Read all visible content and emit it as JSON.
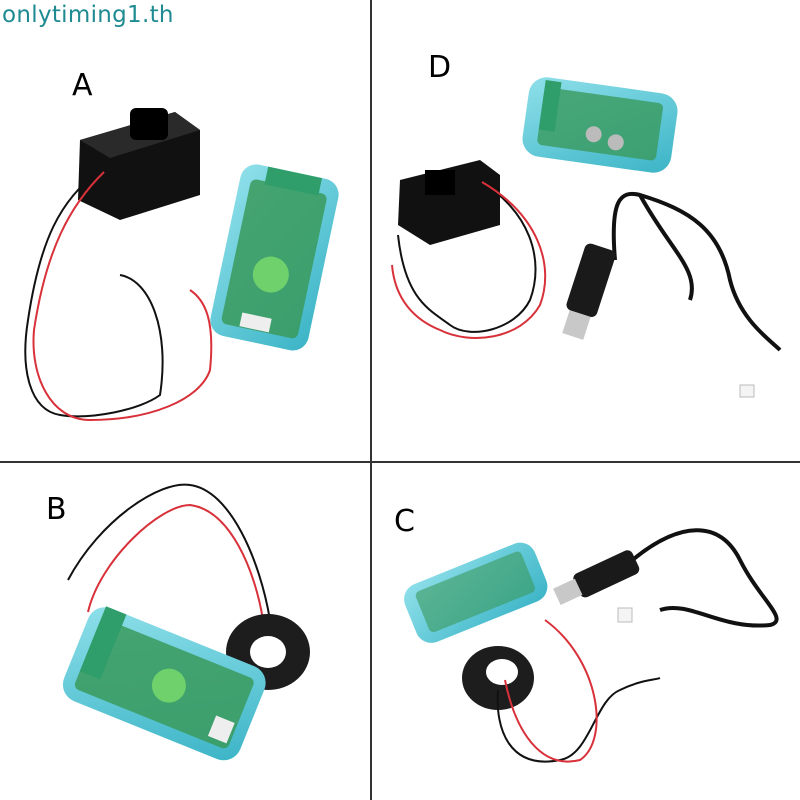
{
  "watermark": "onlytiming1.th",
  "colors": {
    "divider": "#333333",
    "watermark": "#1e8a91",
    "module_shell": "#5cc9d6",
    "pcb": "#3a9a5c",
    "ct_black": "#151515",
    "wire_red": "#d8313a",
    "wire_black": "#111111"
  },
  "panels": [
    {
      "id": "A",
      "label": "A",
      "description": "Split-core current transformer with red/black leads and a transparent blue power monitor module"
    },
    {
      "id": "D",
      "label": "D",
      "description": "Split-core current transformer, blue power monitor module, and USB-to-TTL cable with 4-pin connector"
    },
    {
      "id": "B",
      "label": "B",
      "description": "Blue power monitor module with closed-ring current transformer and red/black leads"
    },
    {
      "id": "C",
      "label": "C",
      "description": "Blue power monitor module, closed-ring current transformer with leads, and USB-to-TTL cable"
    }
  ]
}
